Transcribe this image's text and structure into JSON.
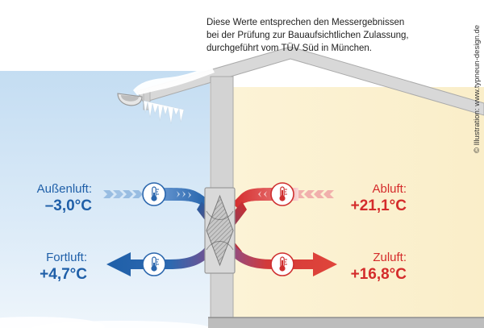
{
  "note": {
    "lines": [
      "Diese Werte entsprechen den Messergebnissen",
      "bei der Prüfung zur Bauaufsichtlichen Zulassung,",
      "durchgeführt vom TÜV Süd in München."
    ]
  },
  "credit": "© Illustration: www.typneun-design.de",
  "labels": {
    "aussenluft": {
      "name": "Außenluft:",
      "value": "–3,0°C"
    },
    "fortluft": {
      "name": "Fortluft:",
      "value": "+4,7°C"
    },
    "abluft": {
      "name": "Abluft:",
      "value": "+21,1°C"
    },
    "zuluft": {
      "name": "Zuluft:",
      "value": "+16,8°C"
    }
  },
  "colors": {
    "cold": "#1f5fa8",
    "warm": "#d42b2b",
    "sky": "#cfe3f5",
    "interior": "#fbf2d4",
    "wall": "#d3d3d3"
  },
  "icons": [
    "thermometer-icon",
    "heat-exchanger-icon"
  ]
}
